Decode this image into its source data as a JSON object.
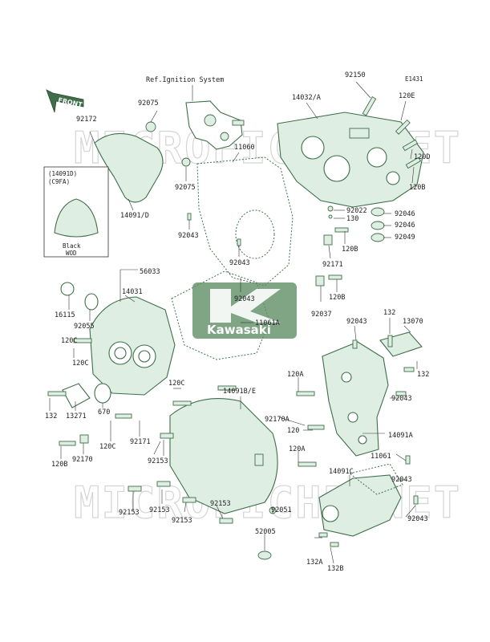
{
  "diagram_code": "E1431",
  "ref_note": "Ref.Ignition System",
  "front_label": "FRONT",
  "logo_text": "Kawasaki",
  "watermark_text": "MICROFICHE.NET",
  "inset": {
    "top_line_1": "(14091D)",
    "top_line_2": "(C9FA)",
    "bottom_line_1": "Black",
    "bottom_line_2": "WOD"
  },
  "labels": [
    "92172",
    "92075",
    "92075",
    "14091/D",
    "11060",
    "92043",
    "92043",
    "14032/A",
    "92150",
    "120E",
    "120D",
    "120B",
    "92022",
    "130",
    "92046",
    "92046",
    "92049",
    "120B",
    "92171",
    "120B",
    "92037",
    "56033",
    "14031",
    "92043",
    "11061A",
    "16115",
    "92055",
    "120C",
    "120C",
    "120C",
    "132",
    "13271",
    "670",
    "92171",
    "120C",
    "120B",
    "92170",
    "92153",
    "14091B/E",
    "92043",
    "132",
    "13070",
    "132",
    "120A",
    "92043",
    "92170A",
    "120",
    "14091A",
    "120A",
    "11061",
    "14091C",
    "92043",
    "92043",
    "92051",
    "52005",
    "132A",
    "132B",
    "92153",
    "92153",
    "92153",
    "92153"
  ]
}
